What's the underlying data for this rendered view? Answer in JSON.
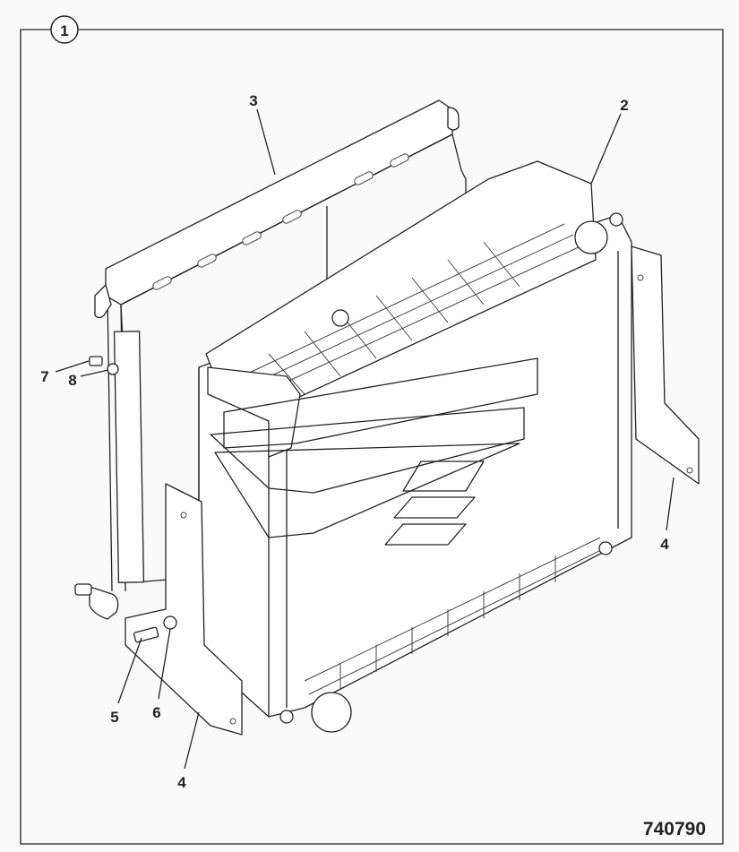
{
  "diagram": {
    "callout": "1",
    "reference_number": "740790",
    "part_labels": {
      "p2": "2",
      "p3": "3",
      "p4a": "4",
      "p4b": "4",
      "p5": "5",
      "p6": "6",
      "p7": "7",
      "p8": "8"
    }
  }
}
